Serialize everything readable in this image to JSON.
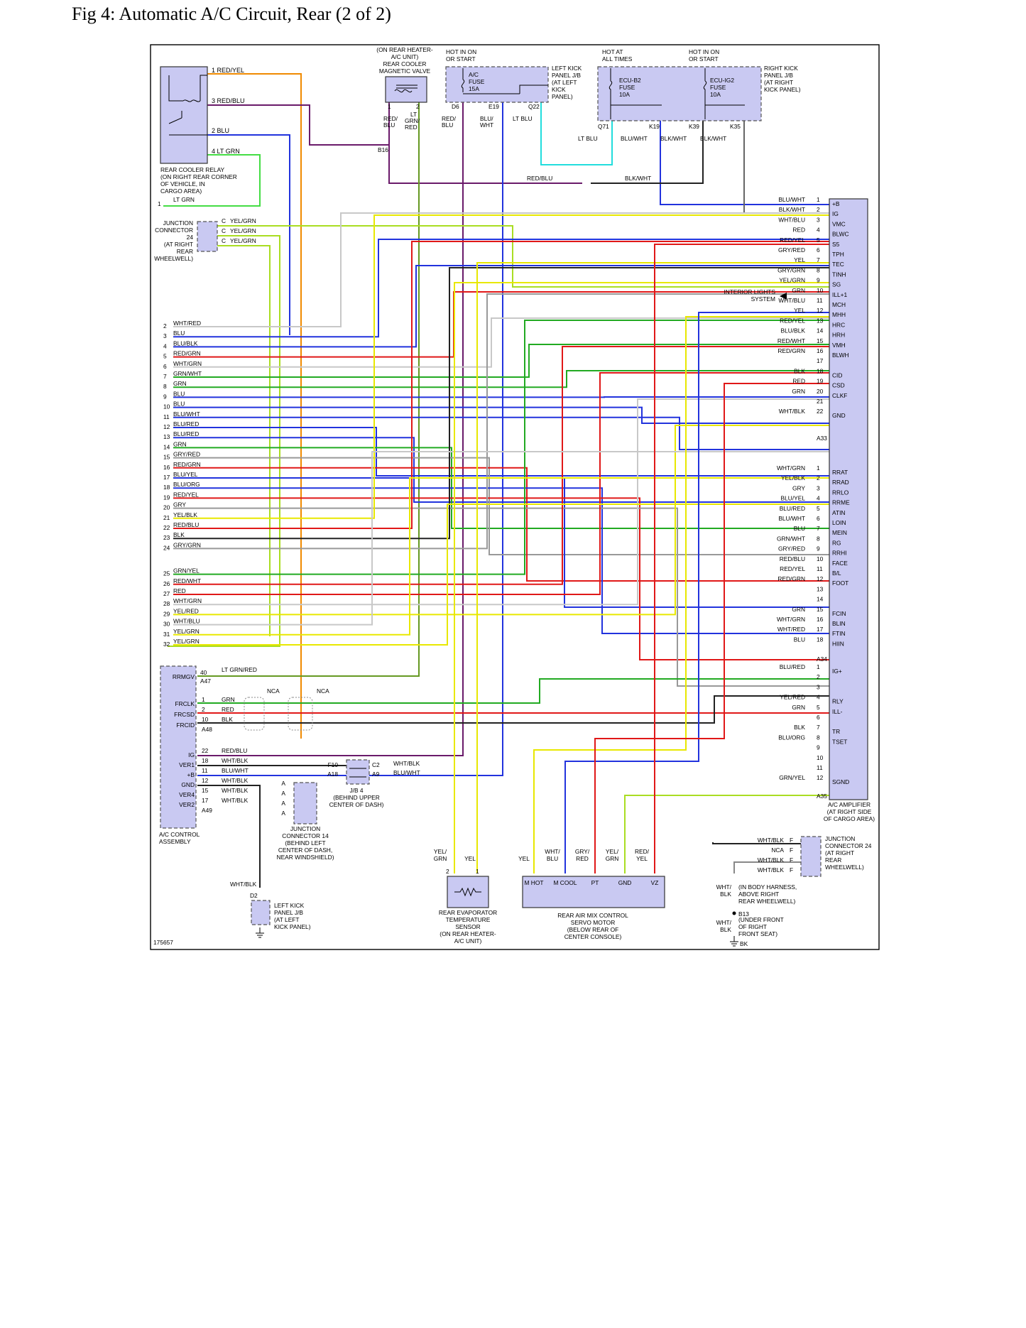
{
  "title": "Fig 4: Automatic A/C Circuit, Rear (2 of 2)",
  "figure_id": "175657",
  "wire_colors": {
    "RED": "#e01818",
    "BLU": "#2233dd",
    "GRN": "#22aa22",
    "YEL": "#e8e800",
    "WHT": "#c8c8c8",
    "BLK": "#222222",
    "ORG": "#f08a00",
    "GRY": "#999999",
    "LT GRN": "#44dd44",
    "LT BLU": "#22dddd",
    "PPL": "#6a1a6a"
  },
  "components": {
    "relay": {
      "lines": [
        "REAR COOLER RELAY",
        "(ON RIGHT REAR CORNER",
        "OF VEHICLE, IN",
        "CARGO AREA)"
      ],
      "pins": [
        {
          "pin": "1",
          "wire": "RED/YEL"
        },
        {
          "pin": "3",
          "wire": "RED/BLU"
        },
        {
          "pin": "2",
          "wire": "BLU"
        },
        {
          "pin": "4",
          "wire": "LT GRN"
        }
      ]
    },
    "magvalve": {
      "lines": [
        "(ON REAR HEATER-",
        "A/C UNIT)",
        "REAR COOLER",
        "MAGNETIC VALVE"
      ]
    },
    "left_jb": {
      "lines": [
        "LEFT KICK",
        "PANEL J/B",
        "(AT LEFT",
        "KICK",
        "PANEL)"
      ],
      "fuse": [
        "A/C",
        "FUSE",
        "15A"
      ],
      "hot": [
        "HOT IN ON",
        "OR START"
      ]
    },
    "right_jb": {
      "lines": [
        "RIGHT KICK",
        "PANEL J/B",
        "(AT RIGHT",
        "KICK PANEL)"
      ],
      "fuse1": [
        "ECU-B2",
        "FUSE",
        "10A"
      ],
      "fuse2": [
        "ECU-IG2",
        "FUSE",
        "10A"
      ],
      "hot1": [
        "HOT AT",
        "ALL TIMES"
      ],
      "hot2": [
        "HOT IN ON",
        "OR START"
      ]
    },
    "jc24_upper": {
      "lines": [
        "JUNCTION",
        "CONNECTOR",
        "24",
        "(AT RIGHT",
        "REAR",
        "WHEELWELL)"
      ]
    },
    "control": {
      "lines": [
        "A/C CONTROL",
        "ASSEMBLY"
      ]
    },
    "jc14": {
      "lines": [
        "JUNCTION",
        "CONNECTOR 14",
        "(BEHIND LEFT",
        "CENTER OF DASH,",
        "NEAR WINDSHIELD)"
      ]
    },
    "jb4": {
      "lines": [
        "J/B 4",
        "(BEHIND UPPER",
        "CENTER OF DASH)"
      ]
    },
    "left_jb2": {
      "lines": [
        "LEFT KICK",
        "PANEL J/B",
        "(AT LEFT",
        "KICK PANEL)"
      ]
    },
    "evap": {
      "lines": [
        "REAR EVAPORATOR",
        "TEMPERATURE",
        "SENSOR",
        "(ON REAR HEATER-",
        "A/C UNIT)"
      ]
    },
    "motor": {
      "lines": [
        "REAR AIR MIX CONTROL",
        "SERVO MOTOR",
        "(BELOW REAR OF",
        "CENTER CONSOLE)"
      ],
      "pins": [
        "M HOT",
        "M COOL",
        "PT",
        "GND",
        "VZ"
      ]
    },
    "amp": {
      "lines": [
        "A/C AMPLIFIER",
        "(AT RIGHT SIDE",
        "OF CARGO AREA)"
      ]
    },
    "jc24_lower": {
      "lines": [
        "JUNCTION",
        "CONNECTOR 24",
        "(AT RIGHT",
        "REAR",
        "WHEELWELL)"
      ]
    },
    "ground_notes": {
      "b13": [
        "(IN BODY HARNESS,",
        "ABOVE RIGHT",
        "REAR WHEELWELL)"
      ],
      "bk": [
        "(UNDER FRONT",
        "OF RIGHT",
        "FRONT SEAT)"
      ]
    },
    "interior": [
      "INTERIOR LIGHTS",
      "SYSTEM"
    ]
  },
  "amp_a33": [
    {
      "wire": "BLU/WHT",
      "pin": "1",
      "term": "+B"
    },
    {
      "wire": "BLK/WHT",
      "pin": "2",
      "term": "IG"
    },
    {
      "wire": "WHT/BLU",
      "pin": "3",
      "term": "VMC"
    },
    {
      "wire": "RED",
      "pin": "4",
      "term": "BLWC"
    },
    {
      "wire": "RED/YEL",
      "pin": "5",
      "term": "S5"
    },
    {
      "wire": "GRY/RED",
      "pin": "6",
      "term": "TPH"
    },
    {
      "wire": "YEL",
      "pin": "7",
      "term": "TEC"
    },
    {
      "wire": "GRY/GRN",
      "pin": "8",
      "term": "TINH"
    },
    {
      "wire": "YEL/GRN",
      "pin": "9",
      "term": "SG"
    },
    {
      "wire": "GRN",
      "pin": "10",
      "term": "ILL+1"
    },
    {
      "wire": "WHT/BLU",
      "pin": "11",
      "term": "MCH"
    },
    {
      "wire": "YEL",
      "pin": "12",
      "term": "MHH"
    },
    {
      "wire": "RED/YEL",
      "pin": "13",
      "term": "HRC"
    },
    {
      "wire": "BLU/BLK",
      "pin": "14",
      "term": "HRH"
    },
    {
      "wire": "RED/WHT",
      "pin": "15",
      "term": "VMH"
    },
    {
      "wire": "RED/GRN",
      "pin": "16",
      "term": "BLWH"
    },
    {
      "wire": "",
      "pin": "17",
      "term": ""
    },
    {
      "wire": "BLK",
      "pin": "18",
      "term": "CID"
    },
    {
      "wire": "RED",
      "pin": "19",
      "term": "CSD"
    },
    {
      "wire": "GRN",
      "pin": "20",
      "term": "CLKF"
    },
    {
      "wire": "",
      "pin": "21",
      "term": ""
    },
    {
      "wire": "WHT/BLK",
      "pin": "22",
      "term": "GND"
    }
  ],
  "amp_a34": [
    {
      "wire": "WHT/GRN",
      "pin": "1",
      "term": "RRAT"
    },
    {
      "wire": "YEL/BLK",
      "pin": "2",
      "term": "RRAD"
    },
    {
      "wire": "GRY",
      "pin": "3",
      "term": "RRLO"
    },
    {
      "wire": "BLU/YEL",
      "pin": "4",
      "term": "RRME"
    },
    {
      "wire": "BLU/RED",
      "pin": "5",
      "term": "ATIN"
    },
    {
      "wire": "BLU/WHT",
      "pin": "6",
      "term": "LOIN"
    },
    {
      "wire": "BLU",
      "pin": "7",
      "term": "MEIN"
    },
    {
      "wire": "GRN/WHT",
      "pin": "8",
      "term": "RG"
    },
    {
      "wire": "GRY/RED",
      "pin": "9",
      "term": "RRHI"
    },
    {
      "wire": "RED/BLU",
      "pin": "10",
      "term": "FACE"
    },
    {
      "wire": "RED/YEL",
      "pin": "11",
      "term": "B/L"
    },
    {
      "wire": "RED/GRN",
      "pin": "12",
      "term": "FOOT"
    },
    {
      "wire": "",
      "pin": "13",
      "term": ""
    },
    {
      "wire": "",
      "pin": "14",
      "term": ""
    },
    {
      "wire": "GRN",
      "pin": "15",
      "term": "FCIN"
    },
    {
      "wire": "WHT/GRN",
      "pin": "16",
      "term": "BLIN"
    },
    {
      "wire": "WHT/RED",
      "pin": "17",
      "term": "FTIN"
    },
    {
      "wire": "BLU",
      "pin": "18",
      "term": "HIIN"
    }
  ],
  "amp_a35": [
    {
      "wire": "BLU/RED",
      "pin": "1",
      "term": "IG+"
    },
    {
      "wire": "",
      "pin": "2",
      "term": ""
    },
    {
      "wire": "",
      "pin": "3",
      "term": ""
    },
    {
      "wire": "YEL/RED",
      "pin": "4",
      "term": "RLY"
    },
    {
      "wire": "GRN",
      "pin": "5",
      "term": "ILL-"
    },
    {
      "wire": "",
      "pin": "6",
      "term": ""
    },
    {
      "wire": "BLK",
      "pin": "7",
      "term": "TR"
    },
    {
      "wire": "BLU/ORG",
      "pin": "8",
      "term": "TSET"
    },
    {
      "wire": "",
      "pin": "9",
      "term": ""
    },
    {
      "wire": "",
      "pin": "10",
      "term": ""
    },
    {
      "wire": "",
      "pin": "11",
      "term": ""
    },
    {
      "wire": "GRN/YEL",
      "pin": "12",
      "term": "SGND"
    }
  ],
  "left_wires": [
    {
      "num": "2",
      "wire": "WHT/RED"
    },
    {
      "num": "3",
      "wire": "BLU"
    },
    {
      "num": "4",
      "wire": "BLU/BLK"
    },
    {
      "num": "5",
      "wire": "RED/GRN"
    },
    {
      "num": "6",
      "wire": "WHT/GRN"
    },
    {
      "num": "7",
      "wire": "GRN/WHT"
    },
    {
      "num": "8",
      "wire": "GRN"
    },
    {
      "num": "9",
      "wire": "BLU"
    },
    {
      "num": "10",
      "wire": "BLU"
    },
    {
      "num": "11",
      "wire": "BLU/WHT"
    },
    {
      "num": "12",
      "wire": "BLU/RED"
    },
    {
      "num": "13",
      "wire": "BLU/RED"
    },
    {
      "num": "14",
      "wire": "GRN"
    },
    {
      "num": "15",
      "wire": "GRY/RED"
    },
    {
      "num": "16",
      "wire": "RED/GRN"
    },
    {
      "num": "17",
      "wire": "BLU/YEL"
    },
    {
      "num": "18",
      "wire": "BLU/ORG"
    },
    {
      "num": "19",
      "wire": "RED/YEL"
    },
    {
      "num": "20",
      "wire": "GRY"
    },
    {
      "num": "21",
      "wire": "YEL/BLK"
    },
    {
      "num": "22",
      "wire": "RED/BLU"
    },
    {
      "num": "23",
      "wire": "BLK"
    },
    {
      "num": "24",
      "wire": "GRY/GRN"
    },
    {
      "num": "25",
      "wire": "GRN/YEL"
    },
    {
      "num": "26",
      "wire": "RED/WHT"
    },
    {
      "num": "27",
      "wire": "RED"
    },
    {
      "num": "28",
      "wire": "WHT/GRN"
    },
    {
      "num": "29",
      "wire": "YEL/RED"
    },
    {
      "num": "30",
      "wire": "WHT/BLU"
    },
    {
      "num": "31",
      "wire": "YEL/GRN"
    },
    {
      "num": "32",
      "wire": "YEL/GRN"
    }
  ],
  "labels": {
    "lt_grn": "LT GRN",
    "red_blu": "RED/BLU",
    "blk_wht": "BLK/WHT",
    "lt_blu": "LT BLU",
    "blu_wht": "BLU/WHT",
    "yel_grn": "YEL/GRN",
    "c": "C",
    "lt_grn_red": "LT GRN/RED",
    "nca": "NCA",
    "a33": "A33",
    "a34": "A34",
    "a35": "A35",
    "a47": "A47",
    "a48": "A48",
    "a49": "A49",
    "b16": "B16",
    "b13": "B13",
    "bk": "BK",
    "d2": "D2",
    "wht_blk": "WHT/BLK",
    "d6": "D6",
    "e19": "E19",
    "q22": "Q22",
    "q71": "Q71",
    "k19": "K19",
    "k39": "K39",
    "k35": "K35",
    "f10": "F10",
    "a18": "A18",
    "c2": "C2",
    "a9": "A9",
    "a": "A",
    "f": "F",
    "one": "1",
    "two": "2"
  },
  "ctrl_pins": {
    "rrmgv": "RRMGV",
    "rrmgv_pin": "40",
    "frclk": "FRCLK",
    "frclk_pin": "1",
    "frclk_wire": "GRN",
    "frcsd": "FRCSD",
    "frcsd_pin": "2",
    "frcsd_wire": "RED",
    "frcid": "FRCID",
    "frcid_pin": "10",
    "frcid_wire": "BLK",
    "ig": "IG",
    "ig_pin": "22",
    "ig_wire": "RED/BLU",
    "ver1": "VER1",
    "ver1_pin": "18",
    "ver1_wire": "WHT/BLK",
    "pb": "+B",
    "pb_pin": "11",
    "pb_wire": "BLU/WHT",
    "gnd": "GND",
    "gnd_pin": "12",
    "gnd_wire": "WHT/BLK",
    "ver4": "VER4",
    "ver4_pin": "15",
    "ver4_wire": "WHT/BLK",
    "ver2": "VER2",
    "ver2_pin": "17",
    "ver2_wire": "WHT/BLK"
  },
  "jb4_wires": {
    "c2": "WHT/BLK",
    "a9": "BLU/WHT"
  },
  "jc24_lower_rows": [
    {
      "wire": "WHT/BLK",
      "pin": "F"
    },
    {
      "wire": "NCA",
      "pin": "F"
    },
    {
      "wire": "WHT/BLK",
      "pin": "F"
    },
    {
      "wire": "WHT/BLK",
      "pin": "F"
    }
  ],
  "bottom_wire_labels": {
    "yel_grn_a": "YEL/",
    "yel_grn_b": "GRN",
    "yel": "YEL",
    "m1": "YEL",
    "m2a": "WHT/",
    "m2b": "BLU",
    "m3a": "GRY/",
    "m3b": "RED",
    "m4a": "YEL/",
    "m4b": "GRN",
    "m5a": "RED/",
    "m5b": "YEL",
    "gnd_a": "WHT/",
    "gnd_b": "BLK"
  }
}
